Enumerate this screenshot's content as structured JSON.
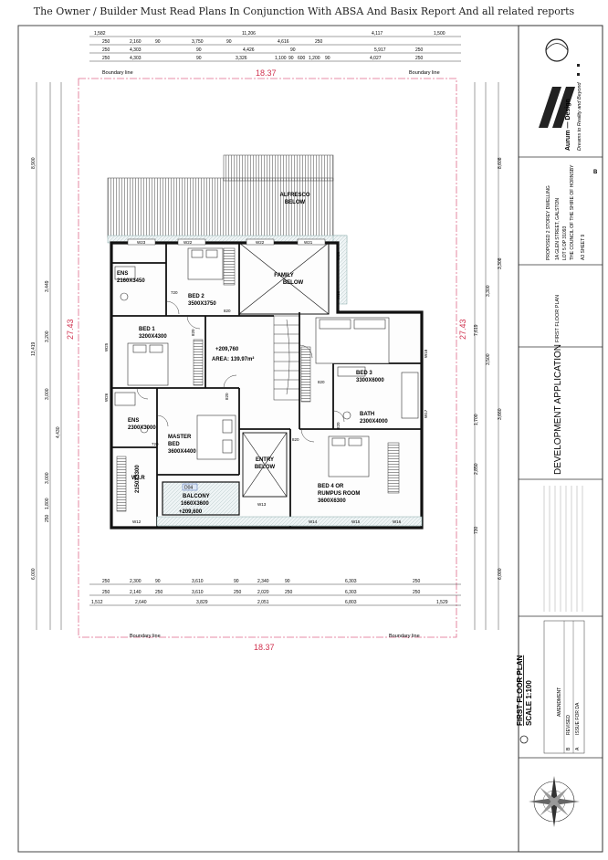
{
  "header_note": "The Owner / Builder Must Read Plans In Conjunction With ABSA And Basix Report And all related reports",
  "boundary": {
    "width_label": "18.37",
    "depth_label": "27.43",
    "boundary_line_label": "Boundary line"
  },
  "rooms": [
    {
      "id": "alfresco",
      "name": "ALFRESCO",
      "sub": "BELOW"
    },
    {
      "id": "ens1",
      "name": "ENS",
      "sub": "2160X3450"
    },
    {
      "id": "bed2",
      "name": "BED 2",
      "sub": "3500X3750"
    },
    {
      "id": "family",
      "name": "FAMILY",
      "sub": "BELOW"
    },
    {
      "id": "bed1",
      "name": "BED 1",
      "sub": "3200X4300"
    },
    {
      "id": "bed3",
      "name": "BED 3",
      "sub": "3300X6000"
    },
    {
      "id": "ens2",
      "name": "ENS",
      "sub": "2300X3000"
    },
    {
      "id": "master",
      "name": "MASTER",
      "sub": "BED",
      "sub2": "3600X4400"
    },
    {
      "id": "bath",
      "name": "BATH",
      "sub": "2300X4000"
    },
    {
      "id": "wir",
      "name": "W.I.R",
      "sub": "2150X3300"
    },
    {
      "id": "entry",
      "name": "ENTRY",
      "sub": "BELOW"
    },
    {
      "id": "bed4",
      "name": "BED 4 OR",
      "sub": "RUMPUS ROOM",
      "sub2": "3600X6300"
    },
    {
      "id": "balcony",
      "name": "BALCONY",
      "sub": "1660X3600"
    }
  ],
  "level_marks": {
    "main": "+209,760",
    "area": "AREA: 139.97m²",
    "balcony": "+209,600",
    "door_tag": "D04"
  },
  "windows": [
    "W23",
    "W22",
    "W21",
    "W20",
    "W19",
    "W18",
    "W17",
    "W16",
    "W15",
    "W14",
    "W13",
    "W12",
    "W25",
    "W26"
  ],
  "small_dims": [
    "720",
    "820",
    "820",
    "820",
    "820",
    "720",
    "820",
    "820"
  ],
  "dimensions": {
    "top_overall": [
      "1,582",
      "11,206",
      "4,117",
      "1,500"
    ],
    "top_row2": [
      "250",
      "2,160",
      "90",
      "3,750",
      "90",
      "4,616",
      "250"
    ],
    "top_row3": [
      "250",
      "4,303",
      "90",
      "4,426",
      "90",
      "5,917",
      "250"
    ],
    "top_row4": [
      "250",
      "4,303",
      "90",
      "3,326",
      "1,100",
      "90",
      "600",
      "1,200",
      "90",
      "4,027",
      "250"
    ],
    "bottom_row1": [
      "250",
      "2,300",
      "90",
      "3,610",
      "90",
      "2,340",
      "90",
      "6,303",
      "250"
    ],
    "bottom_row2": [
      "250",
      "2,140",
      "250",
      "3,610",
      "250",
      "2,020",
      "250",
      "6,303",
      "250"
    ],
    "bottom_row3": [
      "1,512",
      "2,640",
      "3,829",
      "2,051",
      "6,803",
      "1,529"
    ],
    "left_overall": "13,419",
    "left_segments": [
      "8,900",
      "3,449",
      "3,200",
      "3,000",
      "4,430",
      "3,000",
      "1,800",
      "250",
      "6,000"
    ],
    "right_segments": [
      "8,608",
      "3,308",
      "3,300",
      "7,619",
      "3,500",
      "1,700",
      "3,660",
      "2,850",
      "730",
      "6,000"
    ]
  },
  "title_block": {
    "company": "Aurum — Design",
    "tagline": "Dreams to Reality and Beyond",
    "project_lines": [
      "PROPOSED 2 STOREY DWELLING",
      "1A GLEN STREET, GALSTON",
      "LOT 5 DP 31093",
      "THE COUNCIL OF THE SHIRE OF HORNSBY",
      "A3 SHEET 9"
    ],
    "sheet_rev": "B",
    "drawing_title": "FIRST FLOOR PLAN",
    "stamp": "DEVELOPMENT APPLICATION",
    "plan_title": "FIRST FLOOR PLAN",
    "scale": "SCALE 1:100",
    "amendment_label": "AMENDMENT",
    "revisions": [
      {
        "rev": "B",
        "desc": "REVISED"
      },
      {
        "rev": "A",
        "desc": "ISSUE FOR DA"
      }
    ]
  }
}
